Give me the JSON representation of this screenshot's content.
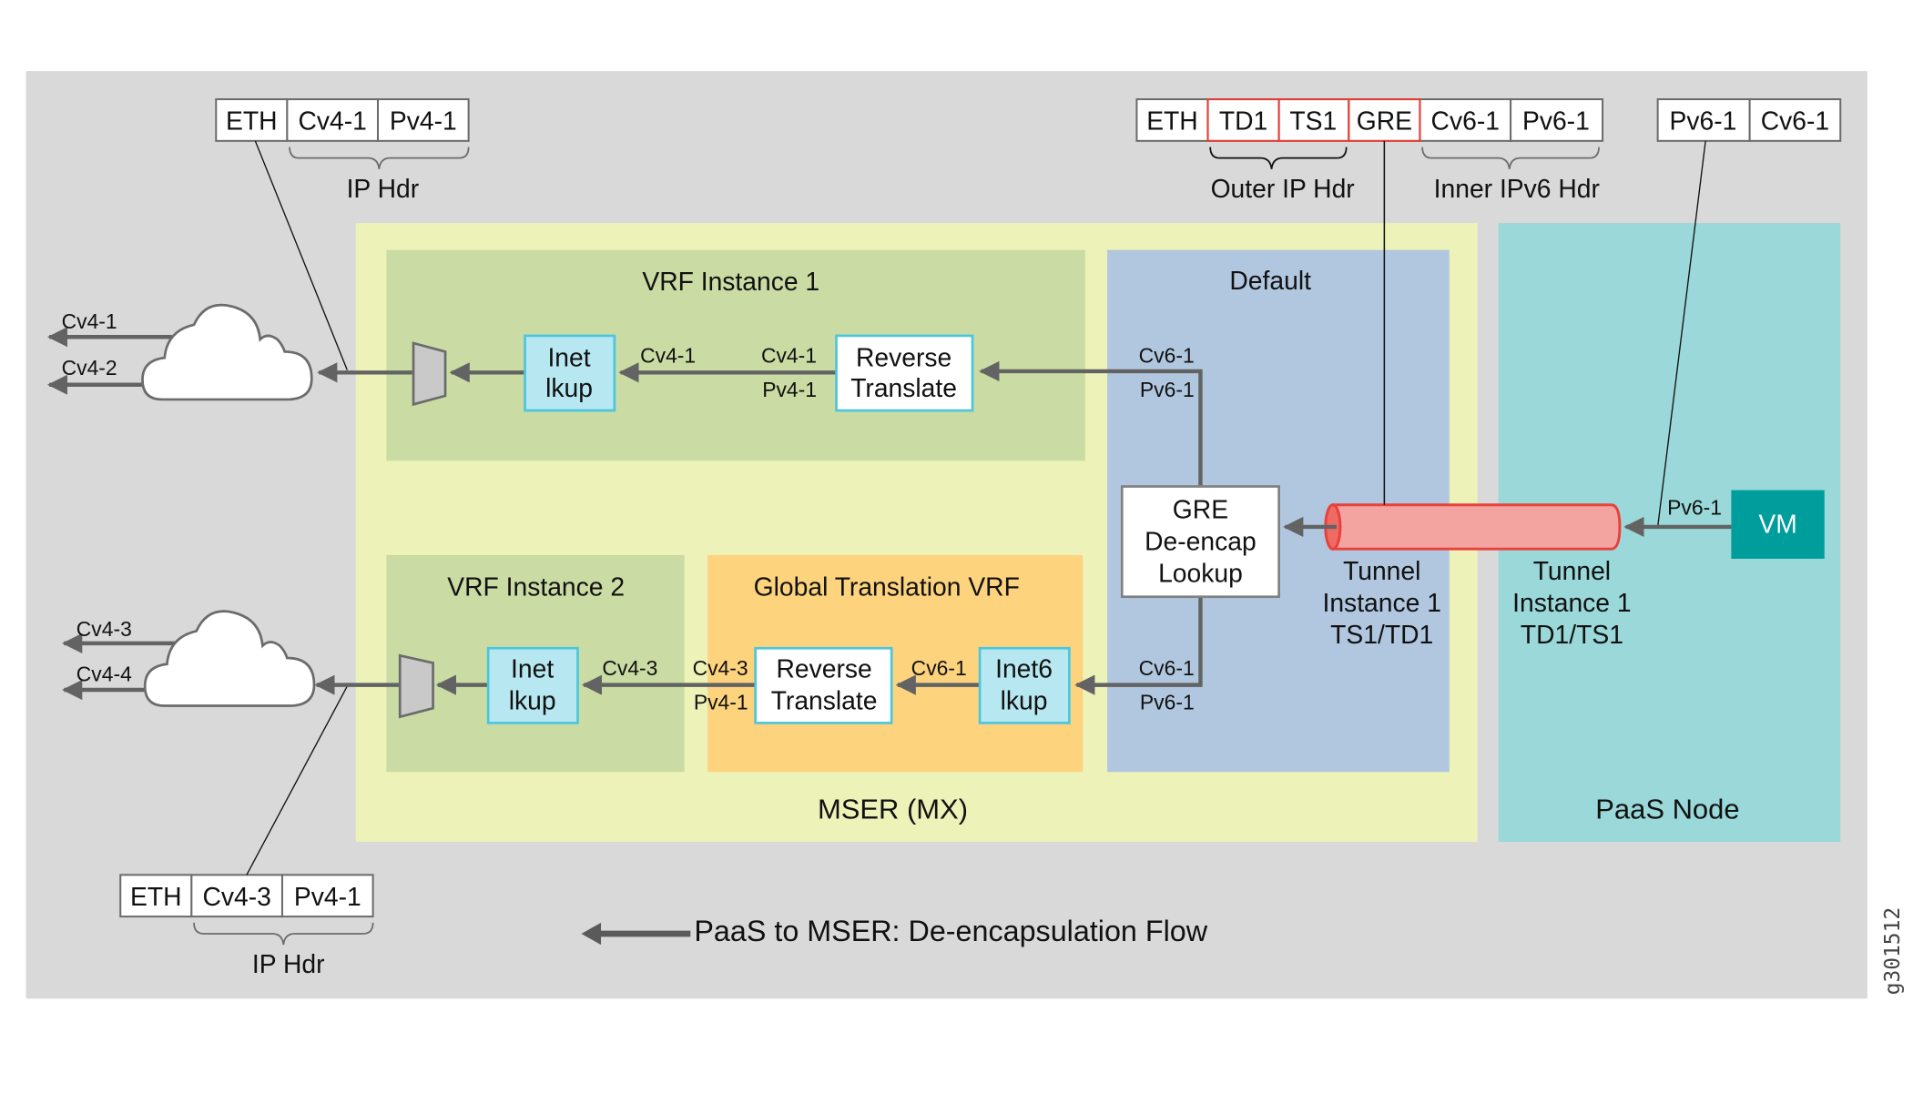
{
  "figure_id": "g301512",
  "colors": {
    "background": "#d9d9d9",
    "mser": "#ecf2b8",
    "vrf": "#cadba3",
    "default": "#b1c7df",
    "global_translation": "#fdd37e",
    "paas": "#9ad8d9",
    "vm": "#009d9d",
    "tunnel": "#f4a4a0",
    "tunnel_stroke": "#e8413b",
    "flow_arrow": "#636363",
    "lookup_fill": "#b7e7f1",
    "lookup_stroke": "#4cc6df"
  },
  "packets": {
    "top_left": {
      "cells": [
        "ETH",
        "Cv4-1",
        "Pv4-1"
      ],
      "brace_label": "IP Hdr"
    },
    "top_center": {
      "cells": [
        "ETH",
        "TD1",
        "TS1",
        "GRE",
        "Cv6-1",
        "Pv6-1"
      ],
      "outer_label": "Outer IP Hdr",
      "inner_label": "Inner IPv6 Hdr"
    },
    "top_right": {
      "cells": [
        "Pv6-1",
        "Cv6-1"
      ]
    },
    "bottom_left": {
      "cells": [
        "ETH",
        "Cv4-3",
        "Pv4-1"
      ],
      "brace_label": "IP Hdr"
    }
  },
  "clouds": {
    "top": {
      "outputs": [
        "Cv4-1",
        "Cv4-2"
      ]
    },
    "bottom": {
      "outputs": [
        "Cv4-3",
        "Cv4-4"
      ]
    }
  },
  "mser": {
    "label": "MSER (MX)",
    "vrf1": {
      "title": "VRF Instance 1",
      "inet_lookup": [
        "Inet",
        "lkup"
      ],
      "reverse_translate": [
        "Reverse",
        "Translate"
      ],
      "out_label": "Cv4-1",
      "in_labels": [
        "Cv4-1",
        "Pv4-1"
      ]
    },
    "vrf2": {
      "title": "VRF Instance 2",
      "inet_lookup": [
        "Inet",
        "lkup"
      ],
      "out_label": "Cv4-3"
    },
    "global_vrf": {
      "title": "Global Translation VRF",
      "reverse_translate": [
        "Reverse",
        "Translate"
      ],
      "inet6_lookup": [
        "Inet6",
        "lkup"
      ],
      "out_labels": [
        "Cv4-3",
        "Pv4-1"
      ],
      "mid_label": "Cv6-1"
    },
    "default": {
      "title": "Default",
      "gre_box": [
        "GRE",
        "De-encap",
        "Lookup"
      ],
      "upper_labels": [
        "Cv6-1",
        "Pv6-1"
      ],
      "lower_labels": [
        "Cv6-1",
        "Pv6-1"
      ],
      "tunnel_label": [
        "Tunnel",
        "Instance 1",
        "TS1/TD1"
      ]
    }
  },
  "paas": {
    "label": "PaaS Node",
    "vm_label": "VM",
    "vm_out_label": "Pv6-1",
    "tunnel_label": [
      "Tunnel",
      "Instance 1",
      "TD1/TS1"
    ]
  },
  "legend": {
    "label": "PaaS to MSER: De-encapsulation Flow"
  }
}
